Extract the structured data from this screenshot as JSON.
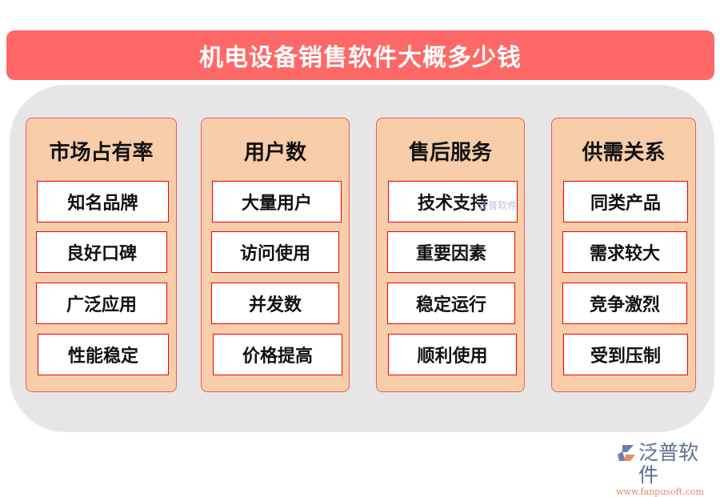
{
  "title": "机电设备销售软件大概多少钱",
  "columns": [
    {
      "heading": "市场占有率",
      "items": [
        "知名品牌",
        "良好口碑",
        "广泛应用",
        "性能稳定"
      ]
    },
    {
      "heading": "用户数",
      "items": [
        "大量用户",
        "访问使用",
        "并发数",
        "价格提高"
      ]
    },
    {
      "heading": "售后服务",
      "items": [
        "技术支持",
        "重要因素",
        "稳定运行",
        "顺利使用"
      ]
    },
    {
      "heading": "供需关系",
      "items": [
        "同类产品",
        "需求较大",
        "竞争激烈",
        "受到压制"
      ]
    }
  ],
  "watermark": "泛普软件",
  "logo": {
    "name": "泛普软件",
    "url": "www.fanpusoft.com"
  },
  "colors": {
    "title_bg": "#fe6867",
    "panel_bg": "#f7cdaa",
    "border": "#ee0000",
    "background": "#e6e6e6"
  }
}
